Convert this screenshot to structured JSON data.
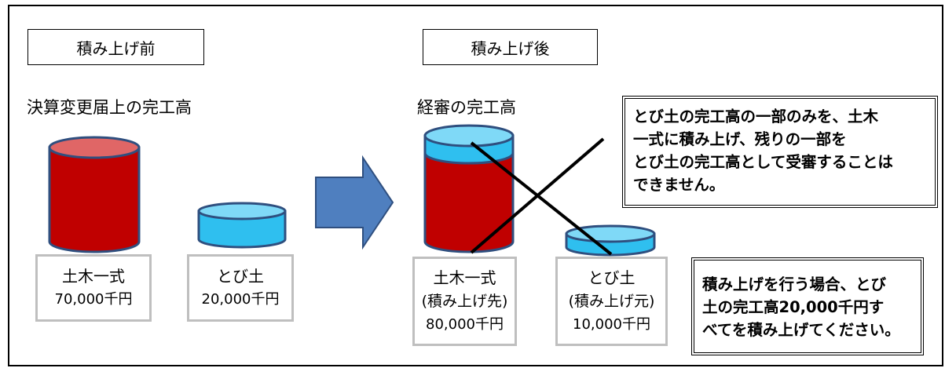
{
  "before": {
    "title": "積み上げ前",
    "heading": "決算変更届上の完工高",
    "items": [
      {
        "name": "土木一式",
        "sub": "",
        "amount": "70,000千円"
      },
      {
        "name": "とび土",
        "sub": "",
        "amount": "20,000千円"
      }
    ]
  },
  "after": {
    "title": "積み上げ後",
    "heading": "経審の完工高",
    "items": [
      {
        "name": "土木一式",
        "sub": "(積み上げ先)",
        "amount": "80,000千円"
      },
      {
        "name": "とび土",
        "sub": "(積み上げ元)",
        "amount": "10,000千円"
      }
    ]
  },
  "notes": {
    "invalid_lines": [
      "とび土の完工高の一部のみを、土木",
      "一式に積み上げ、残りの一部を",
      "とび土の完工高として受審することは",
      "できません。"
    ],
    "correct_lines": [
      "積み上げを行う場合、とび",
      "土の完工高20,000千円す",
      "べてを積み上げてください。"
    ]
  },
  "colors": {
    "cylinder_red": "#c00000",
    "cylinder_red_top": "#e06666",
    "cylinder_blue": "#2fbfef",
    "cylinder_blue_top": "#7fd9f7",
    "cylinder_outline": "#2f4f7f",
    "arrow_fill": "#4f7fbf",
    "cross": "#000000"
  }
}
